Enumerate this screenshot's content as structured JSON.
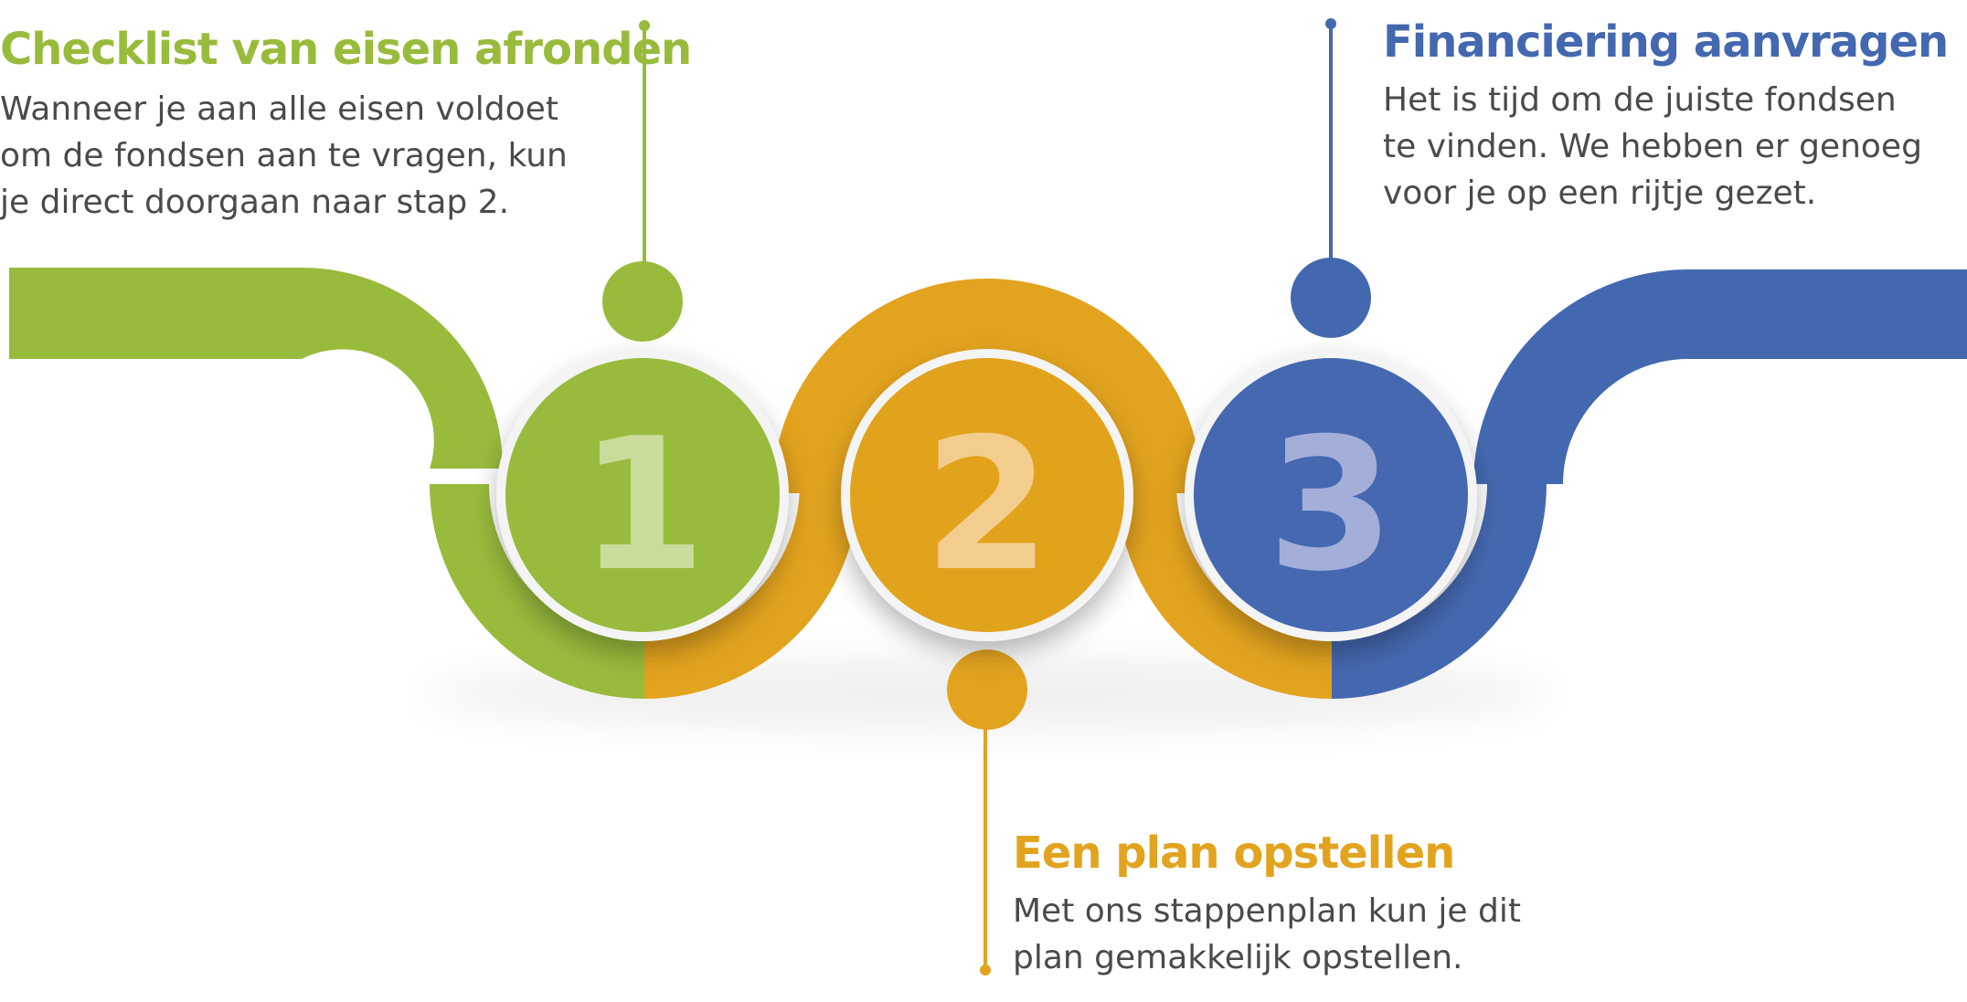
{
  "colors": {
    "green": "#98bb3c",
    "orange": "#e2a31e",
    "blue": "#4468b0",
    "text": "#4a4a4a"
  },
  "steps": [
    {
      "number": "1",
      "title": "Checklist van eisen afronden",
      "description": "Wanneer je aan alle eisen voldoet om de fondsen aan te vragen, kun je direct doorgaan naar stap 2."
    },
    {
      "number": "2",
      "title": "Een plan opstellen",
      "description": "Met ons stappenplan kun je dit plan gemakkelijk opstellen."
    },
    {
      "number": "3",
      "title": "Financiering aanvragen",
      "description": "Het is tijd om de juiste fondsen te vinden. We hebben er genoeg voor je op een rijtje gezet."
    }
  ]
}
